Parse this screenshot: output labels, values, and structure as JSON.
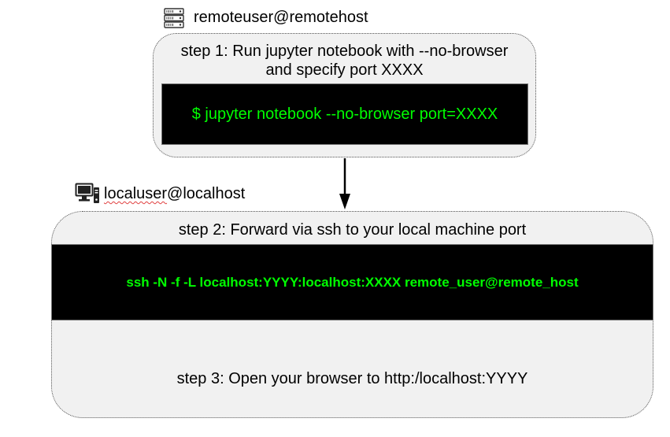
{
  "remote": {
    "icon": "server-icon",
    "label": "remoteuser@remotehost",
    "step1_line1": "step 1: Run jupyter notebook with --no-browser",
    "step1_line2": "and specify port XXXX",
    "command": "$ jupyter notebook --no-browser port=XXXX"
  },
  "local": {
    "icon": "desktop-computer-icon",
    "label_user": "localuser",
    "label_host": "@localhost",
    "step2": "step 2: Forward via ssh to your local machine port",
    "command": "ssh -N -f -L localhost:YYYY:localhost:XXXX remote_user@remote_host",
    "step3": "step 3: Open your browser to http:/localhost:YYYY"
  },
  "colors": {
    "terminal_bg": "#000000",
    "terminal_text": "#00ff00",
    "box_fill": "#f1f1f1",
    "box_border": "#555555",
    "spell_underline": "#e04040"
  }
}
